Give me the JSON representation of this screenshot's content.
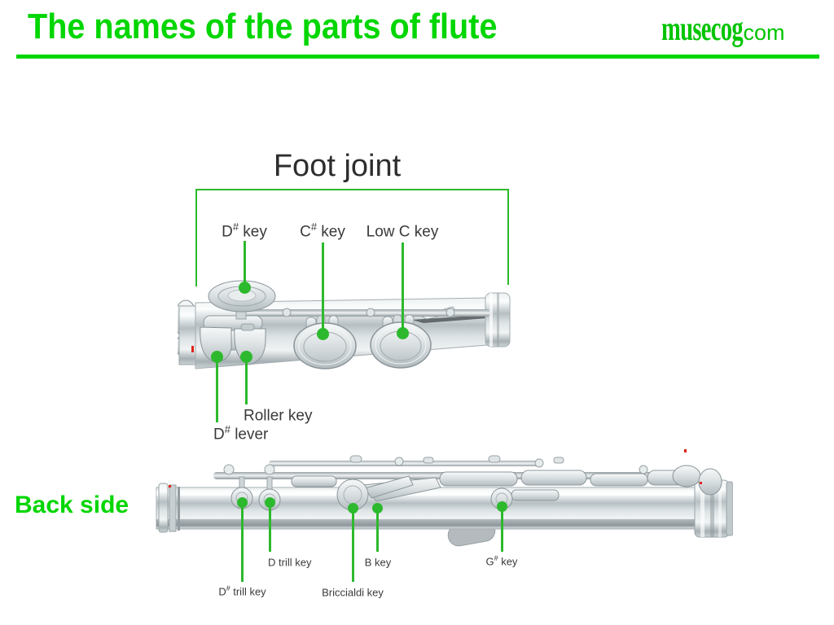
{
  "header": {
    "title": "The names of the parts of flute",
    "logo_brand": "musecog",
    "logo_suffix": ".com"
  },
  "foot_joint": {
    "heading": "Foot joint",
    "labels": {
      "d_sharp_key": {
        "pre": "D",
        "sup": "#",
        "post": " key"
      },
      "c_sharp_key": {
        "pre": "C",
        "sup": "#",
        "post": " key"
      },
      "low_c_key": {
        "pre": "Low C key",
        "sup": "",
        "post": ""
      },
      "roller_key": {
        "pre": "Roller key",
        "sup": "",
        "post": ""
      },
      "d_sharp_lever": {
        "pre": "D",
        "sup": "#",
        "post": " lever"
      }
    }
  },
  "back_side": {
    "heading": "Back side",
    "labels": {
      "d_sharp_trill_key": {
        "pre": "D",
        "sup": "#",
        "post": " trill key"
      },
      "d_trill_key": {
        "pre": "D trill key",
        "sup": "",
        "post": ""
      },
      "briccialdi_key": {
        "pre": "Briccialdi key",
        "sup": "",
        "post": ""
      },
      "b_key": {
        "pre": "B key",
        "sup": "",
        "post": ""
      },
      "g_sharp_key": {
        "pre": "G",
        "sup": "#",
        "post": " key"
      }
    }
  },
  "colors": {
    "title_green": "#00d600",
    "annotation_green": "#2db92d",
    "label_gray": "#3a3a3a"
  }
}
